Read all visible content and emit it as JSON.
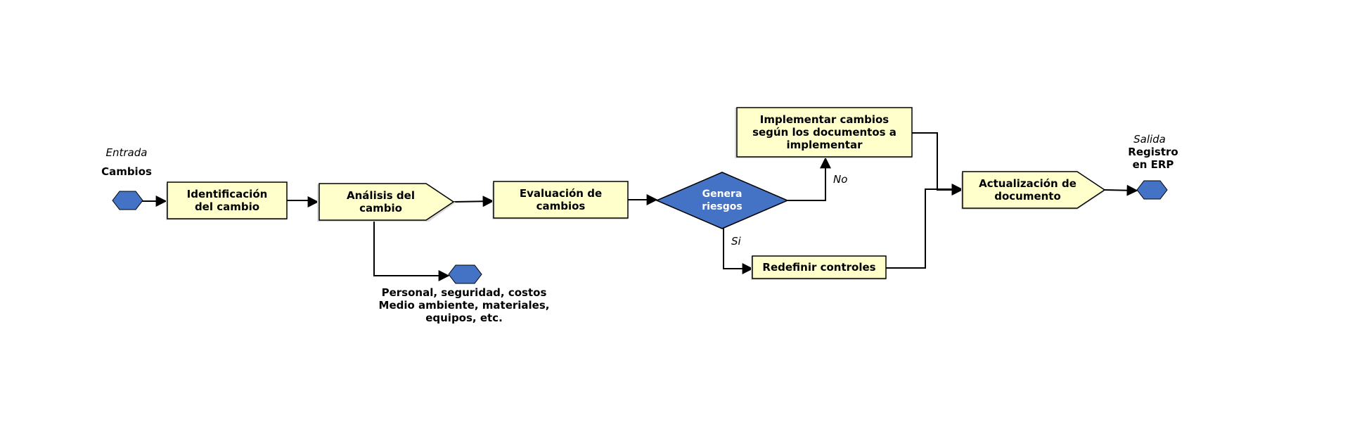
{
  "input": {
    "caption": "Entrada",
    "name": "Cambios"
  },
  "output": {
    "caption": "Salida",
    "name_line1": "Registro",
    "name_line2": "en ERP"
  },
  "steps": {
    "identificacion": {
      "line1": "Identificación",
      "line2": "del cambio"
    },
    "analisis": {
      "line1": "Análisis del",
      "line2": "cambio"
    },
    "evaluacion": {
      "line1": "Evaluación de",
      "line2": "cambios"
    },
    "decision": {
      "line1": "Genera",
      "line2": "riesgos"
    },
    "implementar": {
      "line1": "Implementar cambios",
      "line2": "según los documentos a",
      "line3": "implementar"
    },
    "redefinir": {
      "line1": "Redefinir controles"
    },
    "actualizacion": {
      "line1": "Actualización de",
      "line2": "documento"
    }
  },
  "branch_labels": {
    "no": "No",
    "si": "Si"
  },
  "analysis_output": {
    "line1": "Personal, seguridad, costos",
    "line2": "Medio ambiente, materiales,",
    "line3": "equipos, etc."
  },
  "colors": {
    "box_fill": "#ffffcc",
    "connector_fill": "#4472c4",
    "decision_fill": "#4472c4",
    "line": "#000000",
    "shadow": "#d9d9d9"
  }
}
